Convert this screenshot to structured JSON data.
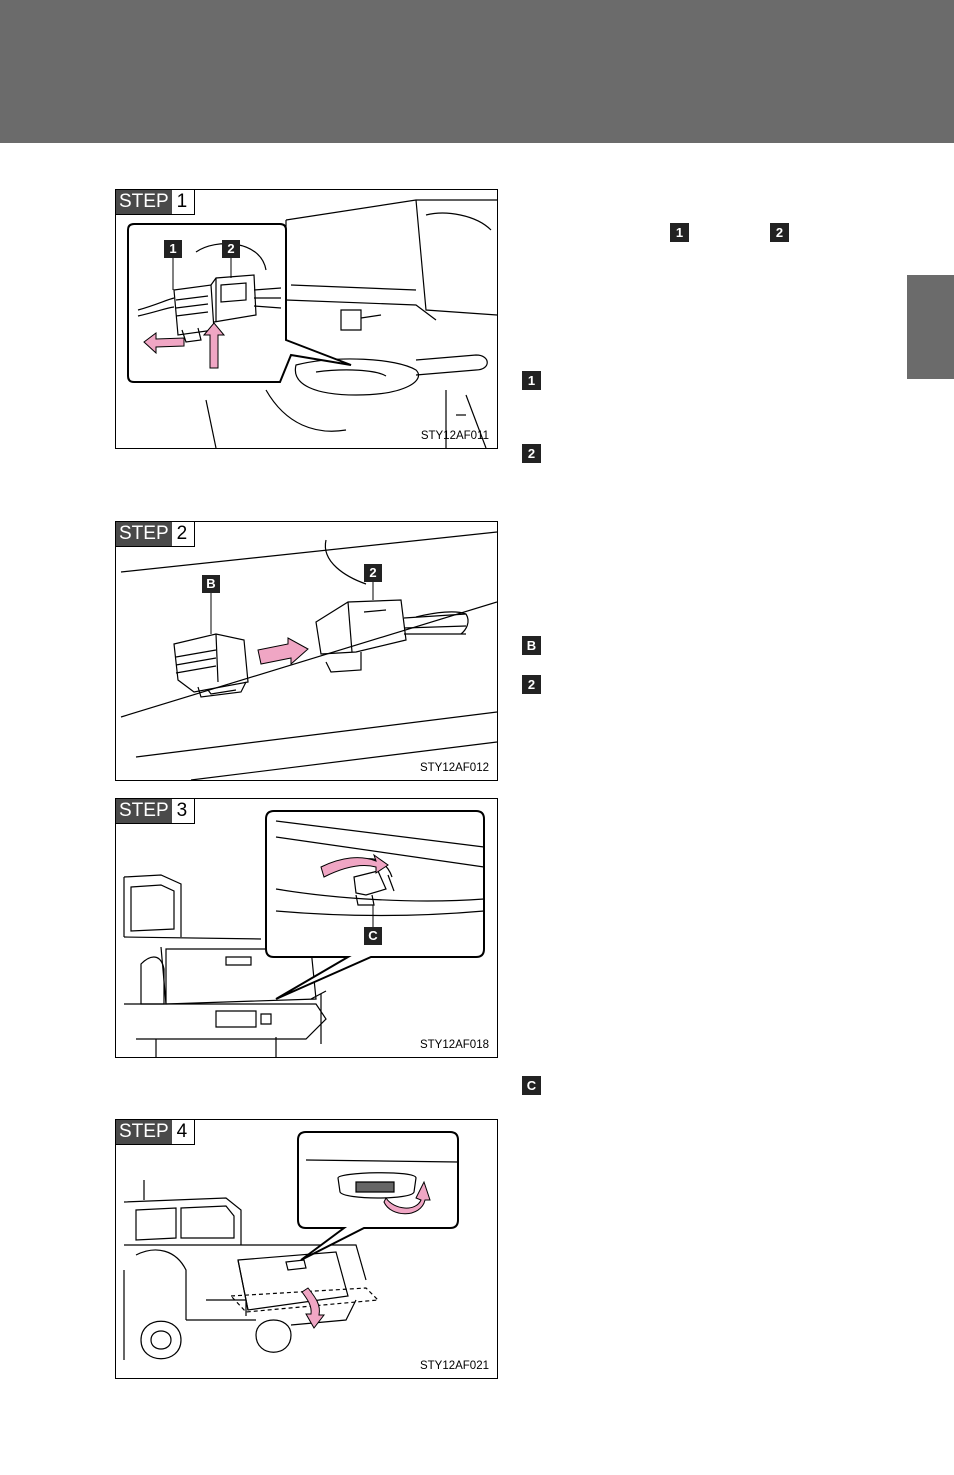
{
  "figures": [
    {
      "step_word": "STEP",
      "step_num": "1",
      "code": "STY12AF011",
      "callouts": [
        "1",
        "2"
      ]
    },
    {
      "step_word": "STEP",
      "step_num": "2",
      "code": "STY12AF012",
      "callouts": [
        "B",
        "2"
      ]
    },
    {
      "step_word": "STEP",
      "step_num": "3",
      "code": "STY12AF018",
      "callouts": [
        "C"
      ]
    },
    {
      "step_word": "STEP",
      "step_num": "4",
      "code": "STY12AF021",
      "callouts": []
    }
  ],
  "text_markers": [
    "1",
    "2",
    "1",
    "2",
    "B",
    "2",
    "C"
  ],
  "colors": {
    "header": "#6b6b6b",
    "arrow": "#f0a6c4",
    "tag": "#222222"
  }
}
